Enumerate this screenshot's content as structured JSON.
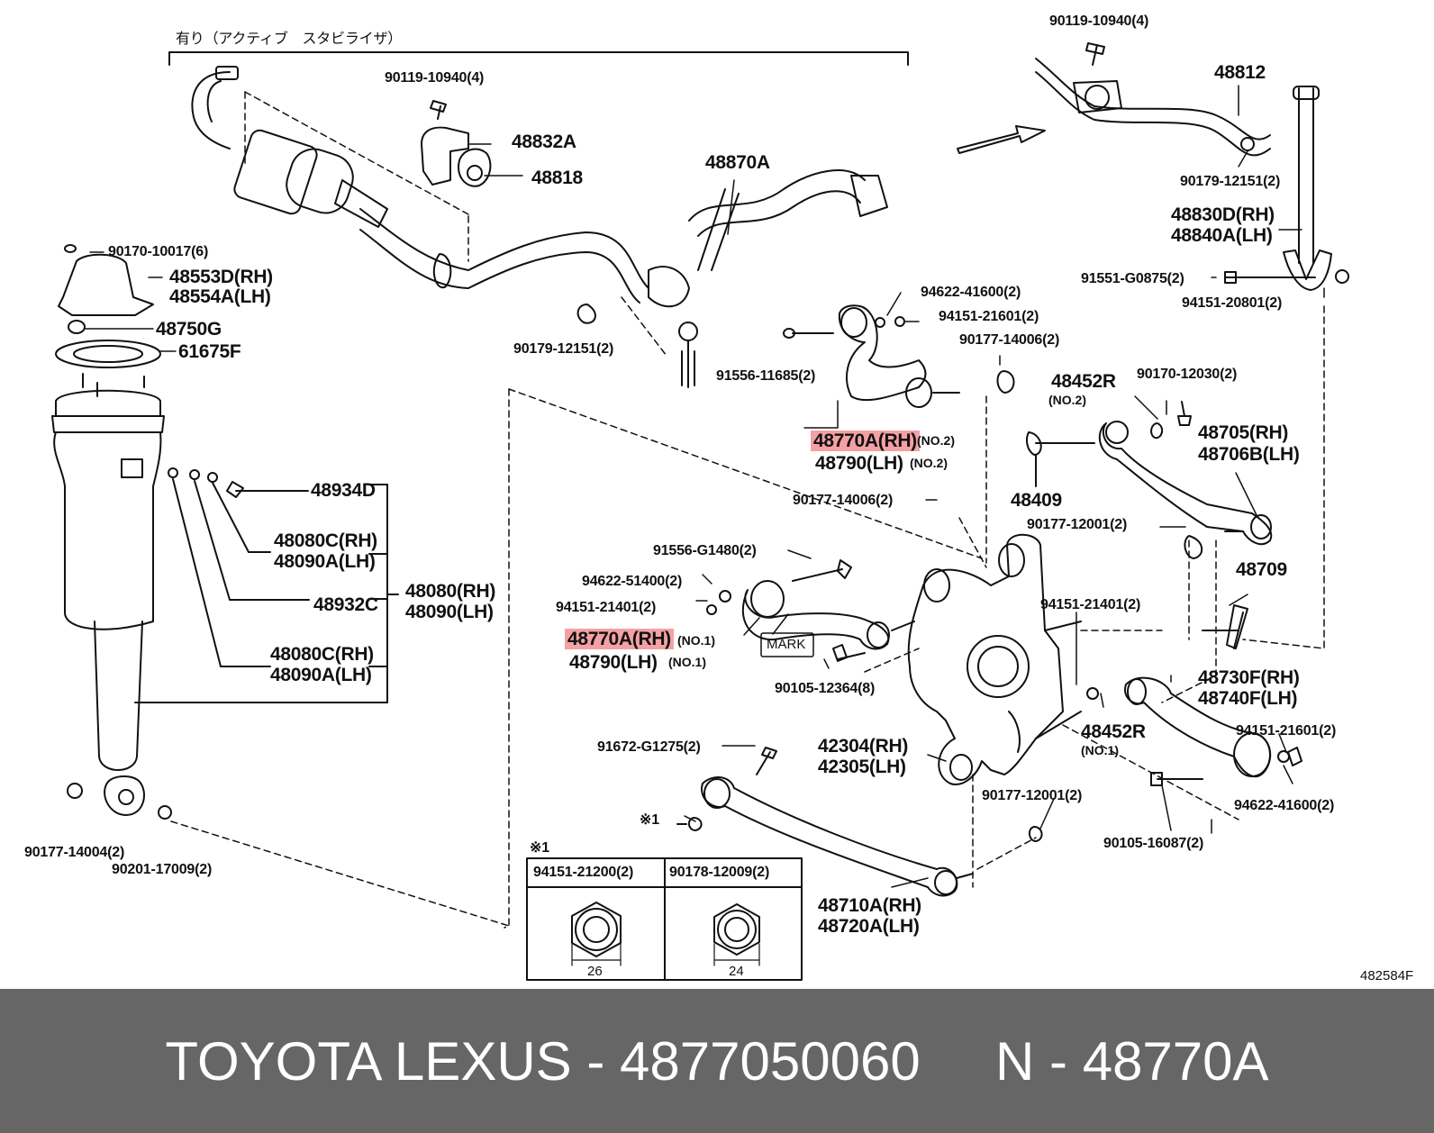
{
  "diagram": {
    "header_note": "有り（アクティブ　スタビライザ）",
    "figure_code": "482584F",
    "labels": {
      "l_90119_a": "90119-10940(4)",
      "l_90119_b": "90119-10940(4)",
      "l_48832A": "48832A",
      "l_48818": "48818",
      "l_48870A": "48870A",
      "l_48812": "48812",
      "l_90179_a": "90179-12151(2)",
      "l_90179_b": "90179-12151(2)",
      "l_90170_10017": "90170-10017(6)",
      "l_48553D": "48553D(RH)",
      "l_48554A": "48554A(LH)",
      "l_48750G": "48750G",
      "l_61675F": "61675F",
      "l_48934D": "48934D",
      "l_48080C_a": "48080C(RH)",
      "l_48090A_a": "48090A(LH)",
      "l_48932C": "48932C",
      "l_48080": "48080(RH)",
      "l_48090": "48090(LH)",
      "l_48080C_b": "48080C(RH)",
      "l_48090A_b": "48090A(LH)",
      "l_90177_14004": "90177-14004(2)",
      "l_90201_17009": "90201-17009(2)",
      "l_48830D": "48830D(RH)",
      "l_48840A": "48840A(LH)",
      "l_91551": "91551-G0875(2)",
      "l_94151_20801": "94151-20801(2)",
      "l_94622_41600_a": "94622-41600(2)",
      "l_94151_21601_a": "94151-21601(2)",
      "l_90177_14006_a": "90177-14006(2)",
      "l_91556_11685": "91556-11685(2)",
      "l_48770A_no2": "48770A(RH)",
      "l_no2_a": "(NO.2)",
      "l_48790_no2": "48790(LH)",
      "l_no2_b": "(NO.2)",
      "l_48452R_a": "48452R",
      "l_no2_c": "(NO.2)",
      "l_90170_12030": "90170-12030(2)",
      "l_48705": "48705(RH)",
      "l_48706B": "48706B(LH)",
      "l_48409": "48409",
      "l_90177_14006_b": "90177-14006(2)",
      "l_90177_12001_a": "90177-12001(2)",
      "l_91556_G1480": "91556-G1480(2)",
      "l_94622_51400": "94622-51400(2)",
      "l_94151_21401_a": "94151-21401(2)",
      "l_48770A_no1": "48770A(RH)",
      "l_no1_a": "(NO.1)",
      "l_48790_no1": "48790(LH)",
      "l_no1_b": "(NO.1)",
      "l_mark": "MARK",
      "l_94151_21401_b": "94151-21401(2)",
      "l_48709": "48709",
      "l_90105_12364": "90105-12364(8)",
      "l_48730F": "48730F(RH)",
      "l_48740F": "48740F(LH)",
      "l_48452R_b": "48452R",
      "l_no1_c": "(NO.1)",
      "l_94151_21601_b": "94151-21601(2)",
      "l_91672": "91672-G1275(2)",
      "l_42304": "42304(RH)",
      "l_42305": "42305(LH)",
      "l_90177_12001_b": "90177-12001(2)",
      "l_94622_41600_b": "94622-41600(2)",
      "l_x1_ref": "※1",
      "l_90105_16087": "90105-16087(2)",
      "l_48710A": "48710A(RH)",
      "l_48720A": "48720A(LH)"
    },
    "nut_table": {
      "title": "※1",
      "col1_part": "94151-21200(2)",
      "col1_size": "26",
      "col2_part": "90178-12009(2)",
      "col2_size": "24"
    }
  },
  "footer": {
    "text": "TOYOTA LEXUS - 4877050060     N - 48770A",
    "background": "#666666",
    "highlight_color": "#f4a1a4"
  }
}
